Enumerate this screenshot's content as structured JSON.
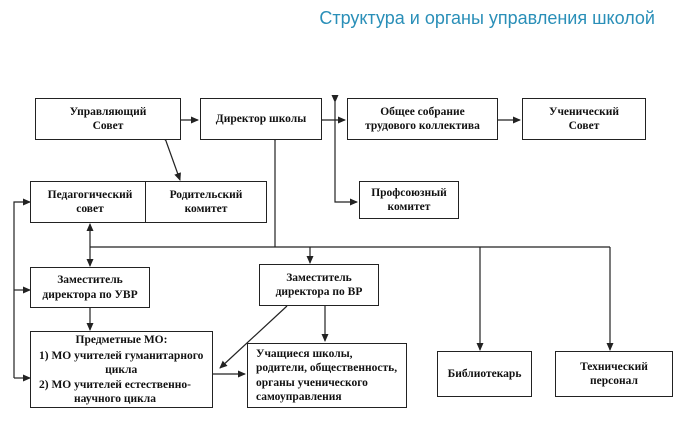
{
  "title": "Структура и органы управления школой",
  "boxes": {
    "governing_council": "Управляющий\nСовет",
    "director": "Директор школы",
    "general_meeting": "Общее собрание\nтрудового коллектива",
    "student_council": "Ученический\nСовет",
    "pedagogical_council": "Педагогический\nсовет",
    "parent_committee": "Родительский\nкомитет",
    "union_committee": "Профсоюзный\nкомитет",
    "deputy_uvr": "Заместитель\nдиректора по УВР",
    "deputy_vr": "Заместитель\nдиректора по ВР",
    "subject_mo": {
      "header": "Предметные МО:",
      "items": [
        "1)  МО учителей гуманитарного\n     цикла",
        "2)  МО учителей естественно-\n     научного цикла"
      ]
    },
    "students_parents": "Учащиеся школы,\nродители, общественность,\nорганы  ученического\nсамоуправления",
    "librarian": "Библиотекарь",
    "tech_staff": "Технический\nперсонал"
  }
}
